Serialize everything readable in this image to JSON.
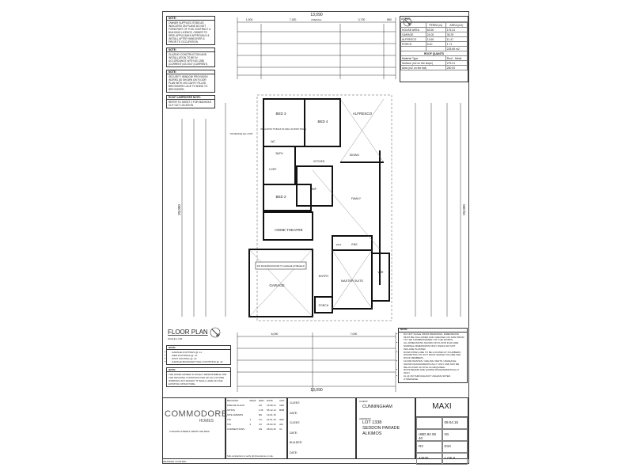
{
  "notes_left": [
    {
      "title": "NOTE:",
      "text": "OWNER SUPPLIED ITEMS AS INDICATED ON PLANS DO NOT FORM PART OF THIS CONTRACT & BUILDING LICENCE. OWNER TO SEEK APPLICABLE APPROVALS & INSTALL AFTER HANDOVER & PRIOR TO OCCUPATION."
    },
    {
      "title": "NOTE:",
      "text": "GLAZING CONSTRUCTION AND INSTALLATION TO BE IN ACCORDANCE WITH AS 1288 (CURRENT) AS 2047 (CURRENT)."
    },
    {
      "title": "NOTE:",
      "text": "SECURITY WINDOW PROVISION WORKS AS SHOWN ON FLOOR PLAN WITH 200 CAVITY FILLED BRICKWORK LACE TO BOND TO BRICKWORK."
    },
    {
      "title": "ROOF CARPENTER NOTE:",
      "text": "REFER TO SHEET 2 FOR MANHOLE CUT OUT LOCATION"
    }
  ],
  "floor_plan": {
    "title": "FLOOR PLAN",
    "scale": "SCALE 1:100"
  },
  "footing_notes": {
    "title": "NOTE:",
    "items": [
      "GARAGE FOOTINGS @ -1c",
      "PIER FOOTINGS @ -3c",
      "POST FOOTING @ -3c",
      "GARAGE BOUNDARY WALL FOOTINGS @ -3c"
    ]
  },
  "owner_note": {
    "title": "NOTE:",
    "text": "THE HOME OWNER IS SOLELY RESPONSIBLE FOR THE ONGOING CONSTRUCTION OF ALL FUTURE WORKING ANY EFFECT IT SHALL HAVE ON THE EXISTING STRUCTURE."
  },
  "general_notes": {
    "title": "NOTE:",
    "items": [
      "DO NOT SCALE FROM DRAWINGS. DIMENSIONS MUST BE FOLLOWED AND CHECKED ON SITE PRIOR TO THE COMMENCEMENT OF THE WORKS.",
      "ALL DIMENSIONS SHOWN ON FLOOR PLAN ARE NOMINAL DIMENSIONS ONLY WHICH DO NOT INCLUDE PLASTER.",
      "DOWN PIPES ARE TO BE LOCATED AT PLUMBERS DISCRETION TO SUIT ROOF WATER VOLUME AND ROOF MEMBERS.",
      "FLOOR WASTES / CEILING VENTS / MANHOLE SHOWN DIAGRAMMATICALLY ONLY AND MAY BE RELOCATED ON SITE AS REQUIRED.",
      "ROOF BEAMS ARE SHOWN DIAGRAMMATICALLY ONLY.",
      "CL @ 2M THROUGHOUT UNLESS NOTED OTHERWISE."
    ]
  },
  "dimensions": {
    "overall_top": "13,090",
    "overall_label": "OVERALL",
    "overall_bottom": "13,090",
    "overall_side": "20,090",
    "top_parts": [
      "1,300",
      "7,180",
      "3,730",
      "880"
    ],
    "bottom_parts": [
      "6,090",
      "7,000"
    ]
  },
  "areas": {
    "title": "AREAS:",
    "headers": [
      "",
      "PERIM (m)",
      "AREA (m2)"
    ],
    "rows": [
      [
        "HOUSE AREA",
        "63.90",
        "176.31"
      ],
      [
        "GARAGE",
        "24.00",
        "35.29"
      ],
      [
        "ALFRESCO",
        "13.60",
        "11.47"
      ],
      [
        "PORCH",
        "6.40",
        "1.71"
      ],
      [
        "",
        "",
        "225.69 m2"
      ]
    ],
    "roof_title": "ROOF QUANTS",
    "roof_rows": [
      [
        "Material Type",
        "Roof - Metal"
      ],
      [
        "Surface (m2 on the slope)",
        "275.21"
      ],
      [
        "Area (m2 on the flat)",
        "260.00"
      ]
    ]
  },
  "rooms": {
    "bed3": "BED 3",
    "bed4": "BED 4",
    "alfresco": "ALFRESCO",
    "bath": "BATH",
    "ldry": "LDRY",
    "wc": "WC",
    "bed2": "BED 2",
    "dining": "DINING",
    "family": "FAMILY",
    "kitchen": "KITCHEN",
    "wip": "WIP",
    "home_theatre": "HOME THEATRE",
    "ens": "ENS",
    "wc2": "WC2",
    "garage": "GARAGE",
    "entry": "ENTRY",
    "master_suite": "MASTER SUITE",
    "wir": "WIR",
    "porch": "PORCH"
  },
  "callouts": {
    "outdoor_ac": "OUTDOOR A/C UNIT",
    "garage_wall": "290 PACE BRICKWORK TO GARAGE (W BEHALF)",
    "insulation": "INSULATION TO BACK OF WALL IN ROOF SPACE"
  },
  "title_block": {
    "company": "COMMODORE",
    "company_sub": "HOMES",
    "company_address": "2 ROUND STREET, PERTH WA 6000",
    "revision_headers": [
      "REVISION",
      "REV#",
      "DRN",
      "DATE",
      "CHK"
    ],
    "revisions": [
      [
        "PRELIM PLANS",
        "",
        "MJ",
        "29.08.14",
        "CEP"
      ],
      [
        "SITING",
        "",
        "CJF",
        "05.12.14",
        "BSB"
      ],
      [
        "SITE AMENDS",
        "",
        "BG",
        "19.01.15",
        ""
      ],
      [
        "V/S",
        "1",
        "CC",
        "31.01.15",
        "WM"
      ],
      [
        "V/S",
        "2",
        "JO",
        "25.03.15",
        "AM"
      ],
      [
        "CORRECTIONS",
        "",
        "AN",
        "28.04.15",
        "CL"
      ]
    ],
    "sub_note": "Sub-contractors to verify all dimensions on site.",
    "client_lines": [
      "CLIENT:",
      "DATE:",
      "CLIENT:",
      "DATE:",
      "BUILDER:",
      "DATE:"
    ],
    "client_label": "CLIENT:",
    "client": "CUNNINGHAM",
    "address_label": "ADDRESS:",
    "address": [
      "LOT 1338",
      "SEDDON PARADE",
      "ALKIMOS"
    ],
    "design": "MAXI",
    "date": "09.04.15",
    "drawing_no": "UBD 84 06 40",
    "sheet_code": "N1",
    "rcode": "R3",
    "wind": "D10",
    "job_no": "44625",
    "sheet": "1 OF 5"
  },
  "footer": "DRAWING CONTROL"
}
